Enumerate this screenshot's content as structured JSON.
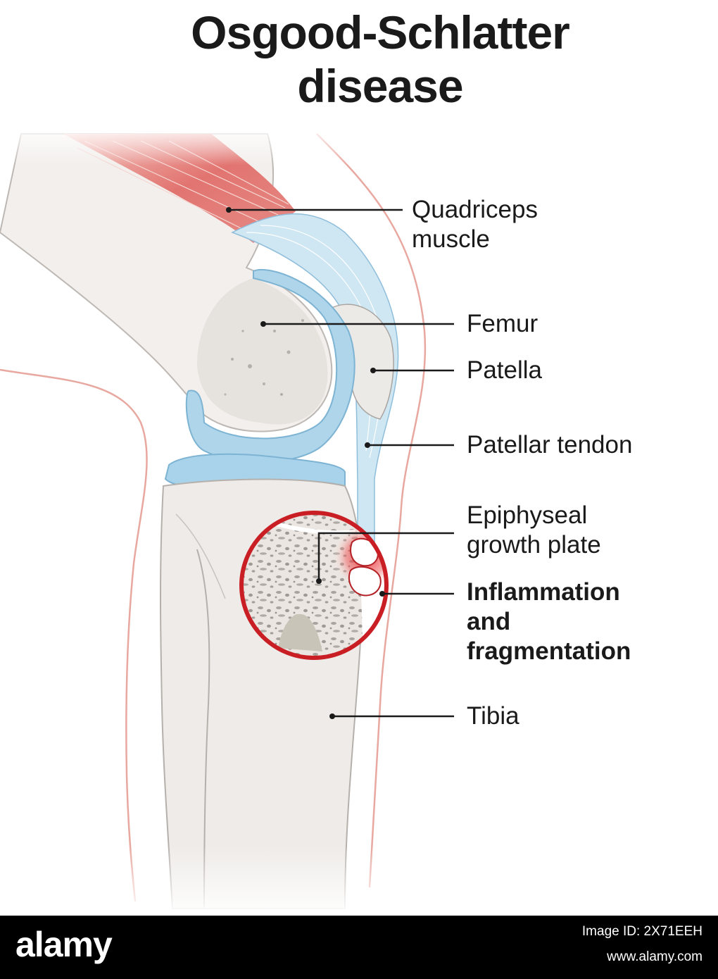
{
  "title": {
    "line1": "Osgood-Schlatter",
    "line2": "disease"
  },
  "labels": {
    "quadriceps": [
      "Quadriceps",
      "muscle"
    ],
    "femur": "Femur",
    "patella": "Patella",
    "patellar_tendon": "Patellar tendon",
    "growth_plate": [
      "Epiphyseal",
      "growth plate"
    ],
    "inflammation": [
      "Inflammation",
      "and",
      "fragmentation"
    ],
    "tibia": "Tibia"
  },
  "footer": {
    "brand": "alamy",
    "image_id": "Image ID: 2X71EEH",
    "url": "www.alamy.com"
  },
  "colors": {
    "muscle": "#e07070",
    "cartilage": "#a9d3ea",
    "tendon": "#c7e2f2",
    "bone": "#ece9e6",
    "skin_line": "#e8a8a0",
    "inflammation": "#d8232a",
    "leader": "#1a1a1a"
  }
}
